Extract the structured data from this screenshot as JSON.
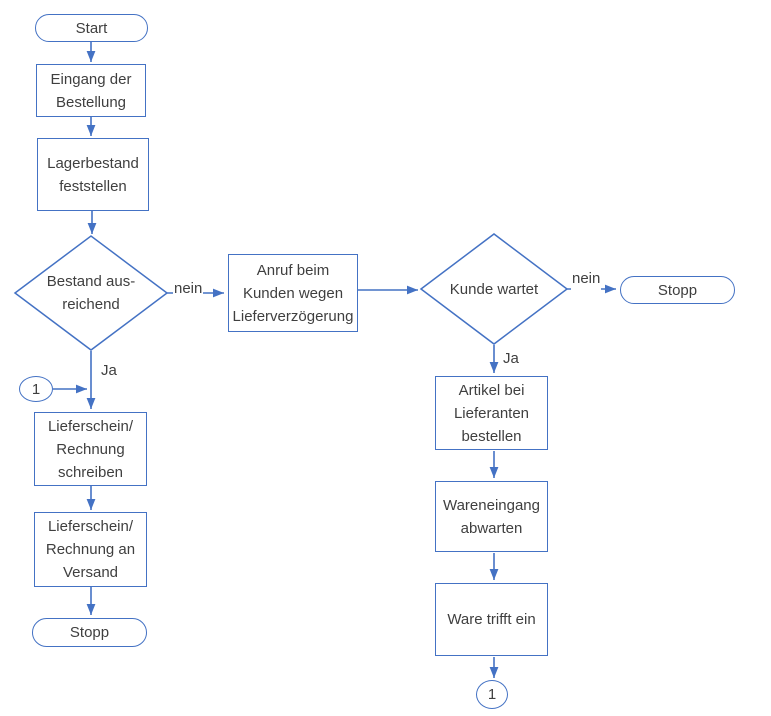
{
  "diagram": {
    "type": "flowchart",
    "language": "de",
    "colors": {
      "stroke": "#4472C4",
      "text": "#3F3F3F",
      "background": "#FFFFFF"
    },
    "nodes": {
      "start": {
        "shape": "terminator",
        "label": "Start"
      },
      "eingang_der_bestellung": {
        "shape": "process",
        "label": "Eingang der Bestellung"
      },
      "lagerbestand_feststellen": {
        "shape": "process",
        "label": "Lagerbestand feststellen"
      },
      "bestand_ausreichend": {
        "shape": "decision",
        "label": "Bestand aus- reichend"
      },
      "anruf_beim_kunden": {
        "shape": "process",
        "label": "Anruf beim Kunden wegen Lieferverzögerung"
      },
      "kunde_wartet": {
        "shape": "decision",
        "label": "Kunde wartet"
      },
      "stopp_rechts": {
        "shape": "terminator",
        "label": "Stopp"
      },
      "artikel_bestellen": {
        "shape": "process",
        "label": "Artikel bei Lieferanten bestellen"
      },
      "wareneingang_abwarten": {
        "shape": "process",
        "label": "Wareneingang abwarten"
      },
      "ware_trifft_ein": {
        "shape": "process",
        "label": "Ware trifft ein"
      },
      "connector_1_rechts": {
        "shape": "connector",
        "label": "1"
      },
      "connector_1_links": {
        "shape": "connector",
        "label": "1"
      },
      "lieferschein_schreiben": {
        "shape": "process",
        "label": "Lieferschein/ Rechnung schreiben"
      },
      "lieferschein_versand": {
        "shape": "process",
        "label": "Lieferschein/ Rechnung an Versand"
      },
      "stopp_links": {
        "shape": "terminator",
        "label": "Stopp"
      }
    },
    "edge_labels": {
      "bestand_nein": "nein",
      "bestand_ja": "Ja",
      "kunde_nein": "nein",
      "kunde_ja": "Ja"
    }
  }
}
